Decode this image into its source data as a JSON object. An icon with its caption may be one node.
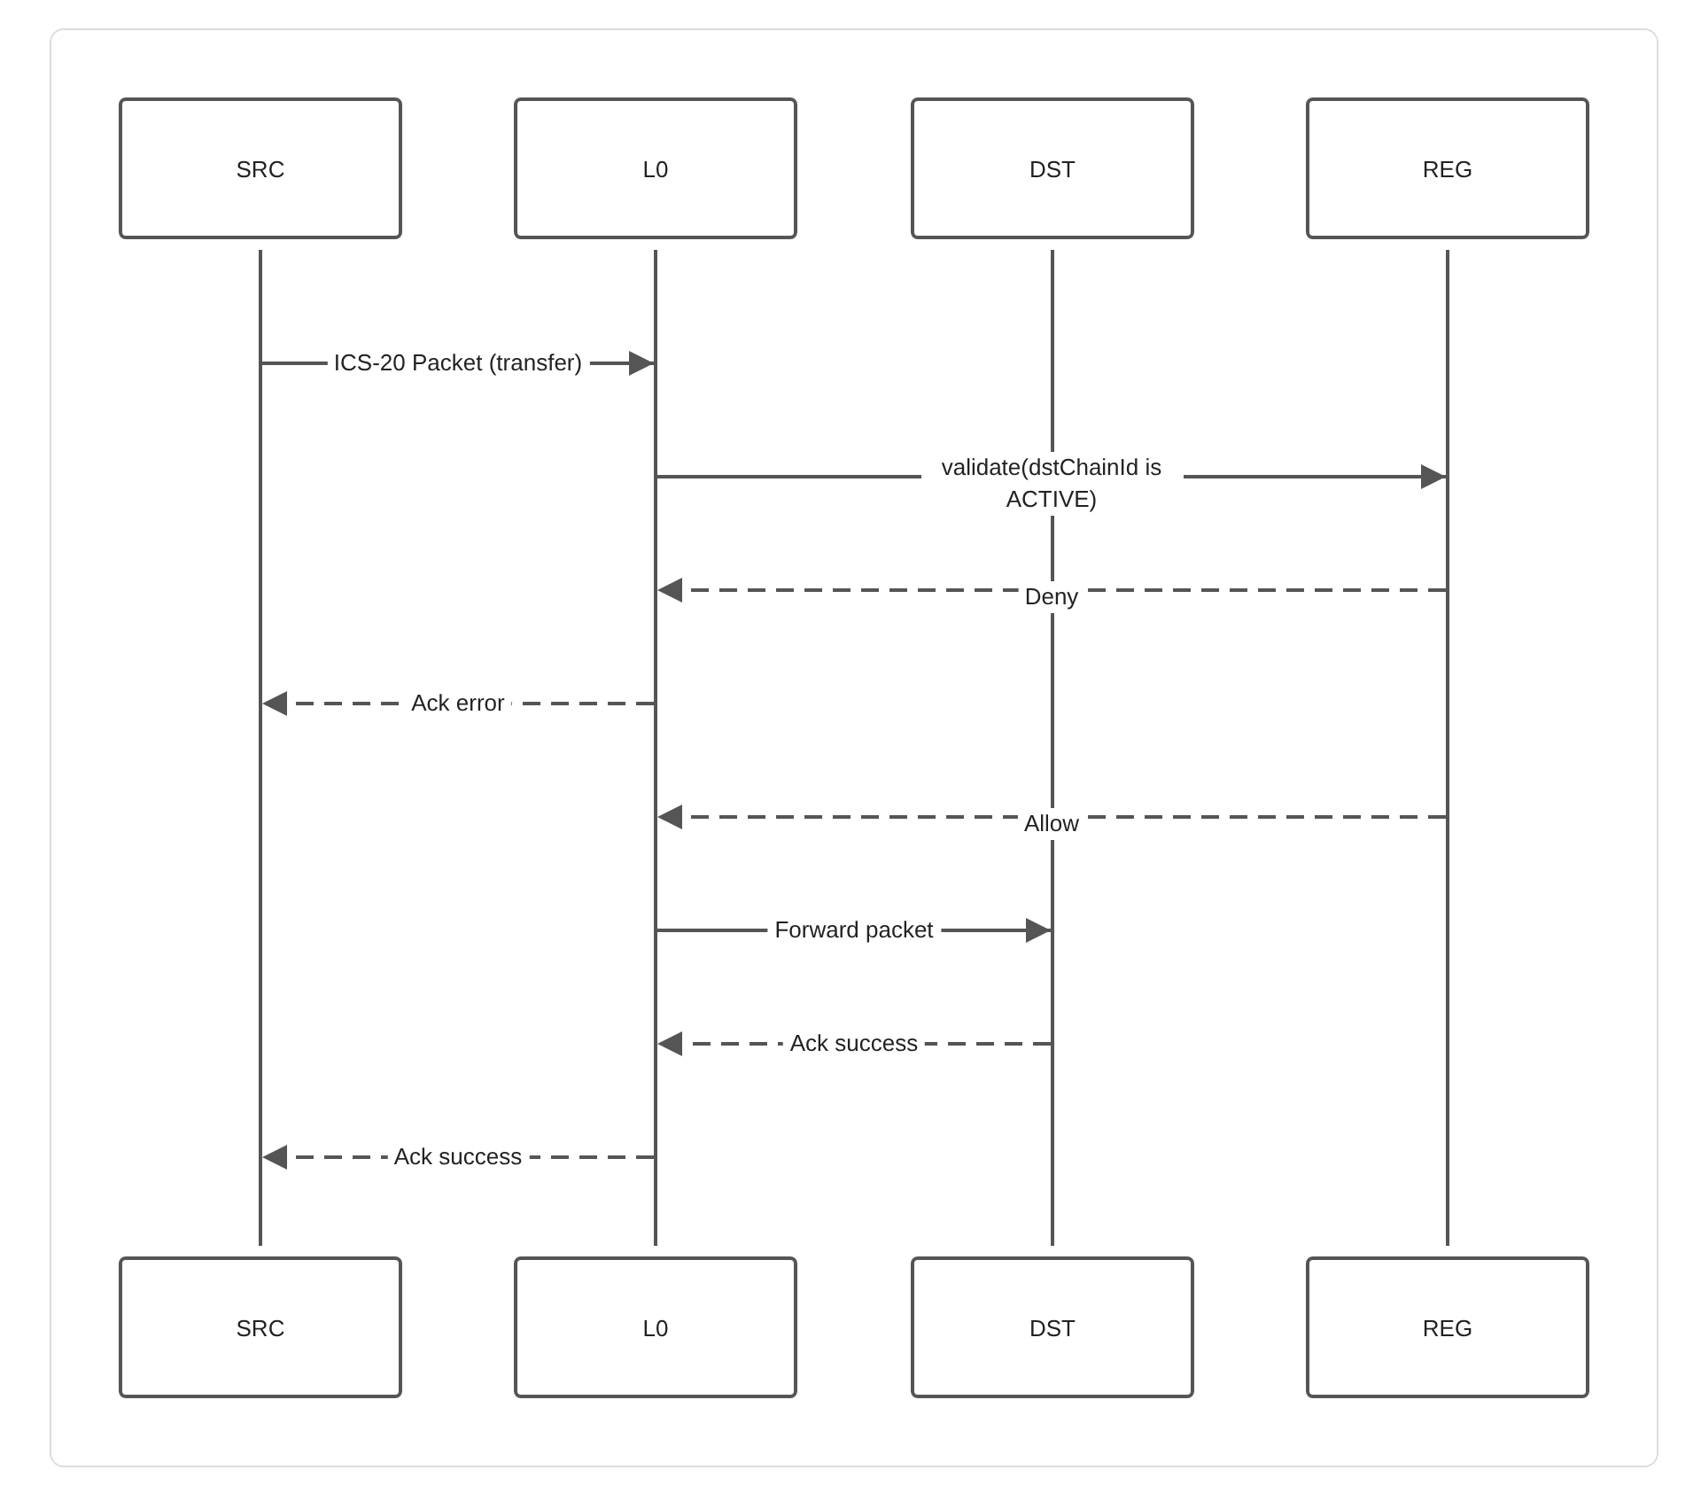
{
  "diagram": {
    "nodes": [
      {
        "text": [
          "SRC"
        ]
      },
      {
        "text": [
          "L0"
        ]
      },
      {
        "text": [
          "DST"
        ]
      },
      {
        "text": [
          "REG"
        ]
      },
      {
        "text": [],
        "shape": "bar"
      },
      {
        "text": [],
        "shape": "bar"
      },
      {
        "text": [],
        "shape": "bar"
      },
      {
        "text": [],
        "shape": "bar"
      },
      {
        "text": [
          "SRC"
        ]
      },
      {
        "text": [
          "L0"
        ]
      },
      {
        "text": [
          "DST"
        ]
      },
      {
        "text": [
          "REG"
        ]
      }
    ],
    "edges": [
      {
        "from": 4,
        "to": 5,
        "arrow": "to",
        "label": "ICS-20 Packet (transfer)"
      },
      {
        "from": 5,
        "to": 7,
        "arrow": "to",
        "label": "validate(dstChainId is ACTIVE)"
      },
      {
        "from": 7,
        "to": 5,
        "arrow": "to",
        "label": "Deny",
        "style": "dashed"
      },
      {
        "from": 5,
        "to": 4,
        "arrow": "to",
        "label": "Ack error",
        "style": "dashed"
      },
      {
        "from": 7,
        "to": 5,
        "arrow": "to",
        "label": "Allow",
        "style": "dashed"
      },
      {
        "from": 5,
        "to": 6,
        "arrow": "to",
        "label": "Forward packet"
      },
      {
        "from": 6,
        "to": 5,
        "arrow": "to",
        "label": "Ack success",
        "style": "dashed"
      },
      {
        "from": 5,
        "to": 4,
        "arrow": "to",
        "label": "Ack success",
        "style": "dashed"
      }
    ]
  }
}
